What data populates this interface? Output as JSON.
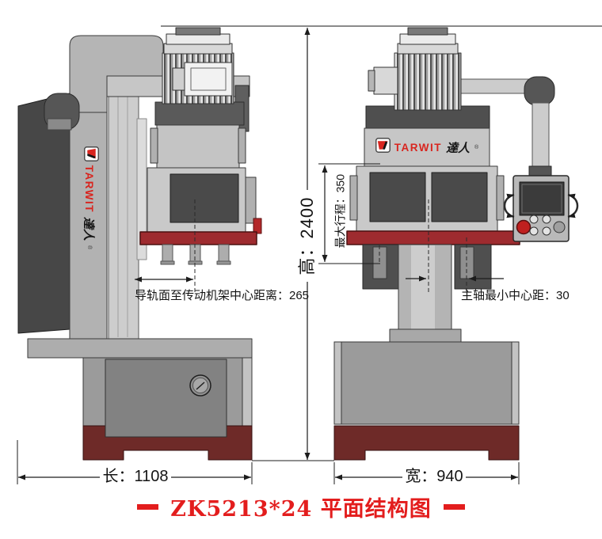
{
  "title": {
    "text": "ZK5213*24 平面结构图"
  },
  "brand": {
    "name": "TARWIT",
    "suffix": "達人",
    "registered": "®"
  },
  "dimensions": {
    "height": "高：2400",
    "max_travel": "最大行程：350",
    "rail_to_frame_center": "导轨面至传动机架中心距离：265",
    "spindle_min_center": "主轴最小中心距：30",
    "length": "长：1108",
    "width": "宽：940"
  },
  "colors": {
    "title_red": "#e31d1d",
    "brand_red": "#d8251f",
    "table_red": "#9e2b2f",
    "base_maroon": "#6e2a28",
    "machine_gray": "#c2c2c2",
    "panel_dark": "#4a4a4a"
  }
}
